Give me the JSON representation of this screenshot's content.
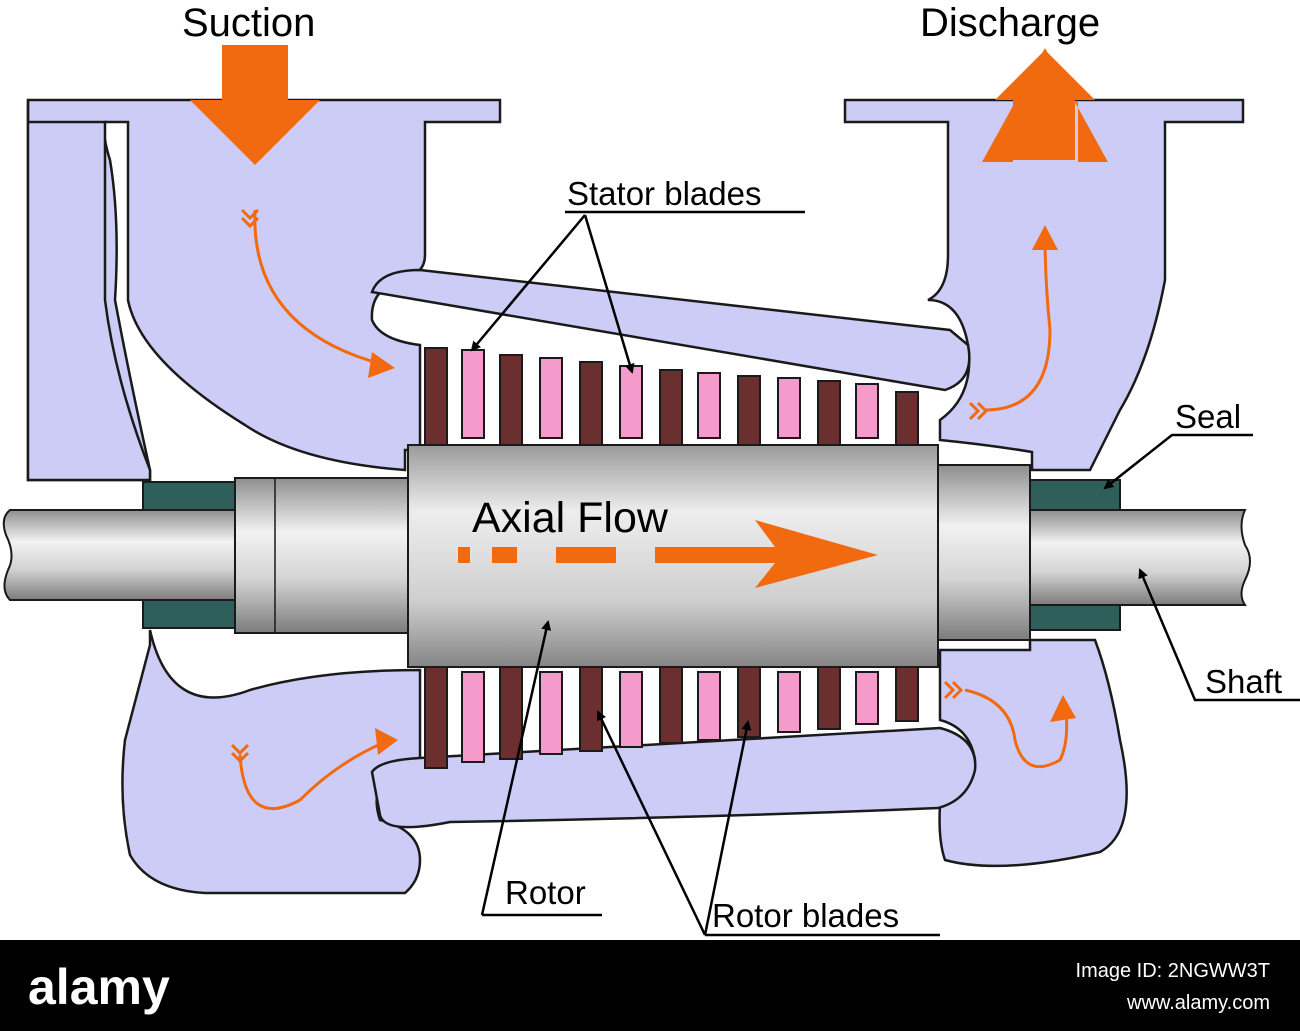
{
  "diagram": {
    "labels": {
      "suction": "Suction",
      "discharge": "Discharge",
      "stator_blades": "Stator blades",
      "seal": "Seal",
      "axial_flow": "Axial Flow",
      "shaft": "Shaft",
      "rotor": "Rotor",
      "rotor_blades": "Rotor blades"
    },
    "colors": {
      "casing": "#ccccf6",
      "flow_arrow": "#f26a10",
      "rotor_blade": "#6b2f2f",
      "stator_blade": "#f59bcc",
      "seal": "#2f5f5a",
      "shaft": "#c8c8c8"
    }
  },
  "watermark": {
    "logo": "alamy"
  },
  "footer": {
    "brand": "alamy",
    "image_id_label": "Image ID: 2NGWW3T",
    "site": "www.alamy.com"
  }
}
